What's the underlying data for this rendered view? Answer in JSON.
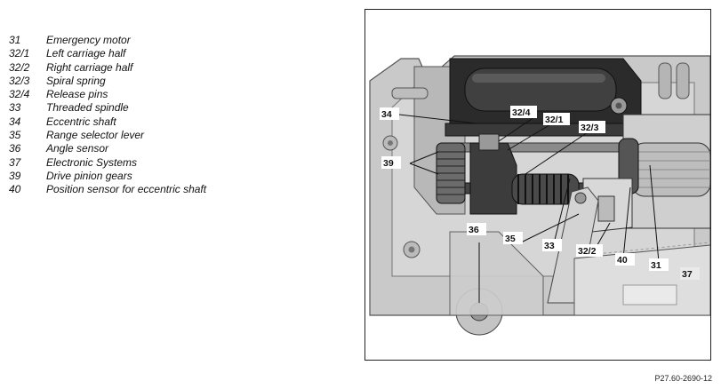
{
  "legend": [
    {
      "num": "31",
      "desc": "Emergency motor"
    },
    {
      "num": "32/1",
      "desc": "Left carriage half"
    },
    {
      "num": "32/2",
      "desc": "Right carriage half"
    },
    {
      "num": "32/3",
      "desc": "Spiral spring"
    },
    {
      "num": "32/4",
      "desc": "Release pins"
    },
    {
      "num": "33",
      "desc": "Threaded spindle"
    },
    {
      "num": "34",
      "desc": "Eccentric shaft"
    },
    {
      "num": "35",
      "desc": "Range selector lever"
    },
    {
      "num": "36",
      "desc": "Angle sensor"
    },
    {
      "num": "37",
      "desc": "Electronic Systems"
    },
    {
      "num": "39",
      "desc": "Drive pinion gears"
    },
    {
      "num": "40",
      "desc": "Position sensor for eccentric shaft"
    }
  ],
  "callouts": {
    "c34": "34",
    "c32_4": "32/4",
    "c32_1": "32/1",
    "c32_3": "32/3",
    "c39": "39",
    "c36": "36",
    "c35": "35",
    "c33": "33",
    "c32_2": "32/2",
    "c40": "40",
    "c31": "31",
    "c37": "37"
  },
  "figure_code": "P27.60-2690-12"
}
